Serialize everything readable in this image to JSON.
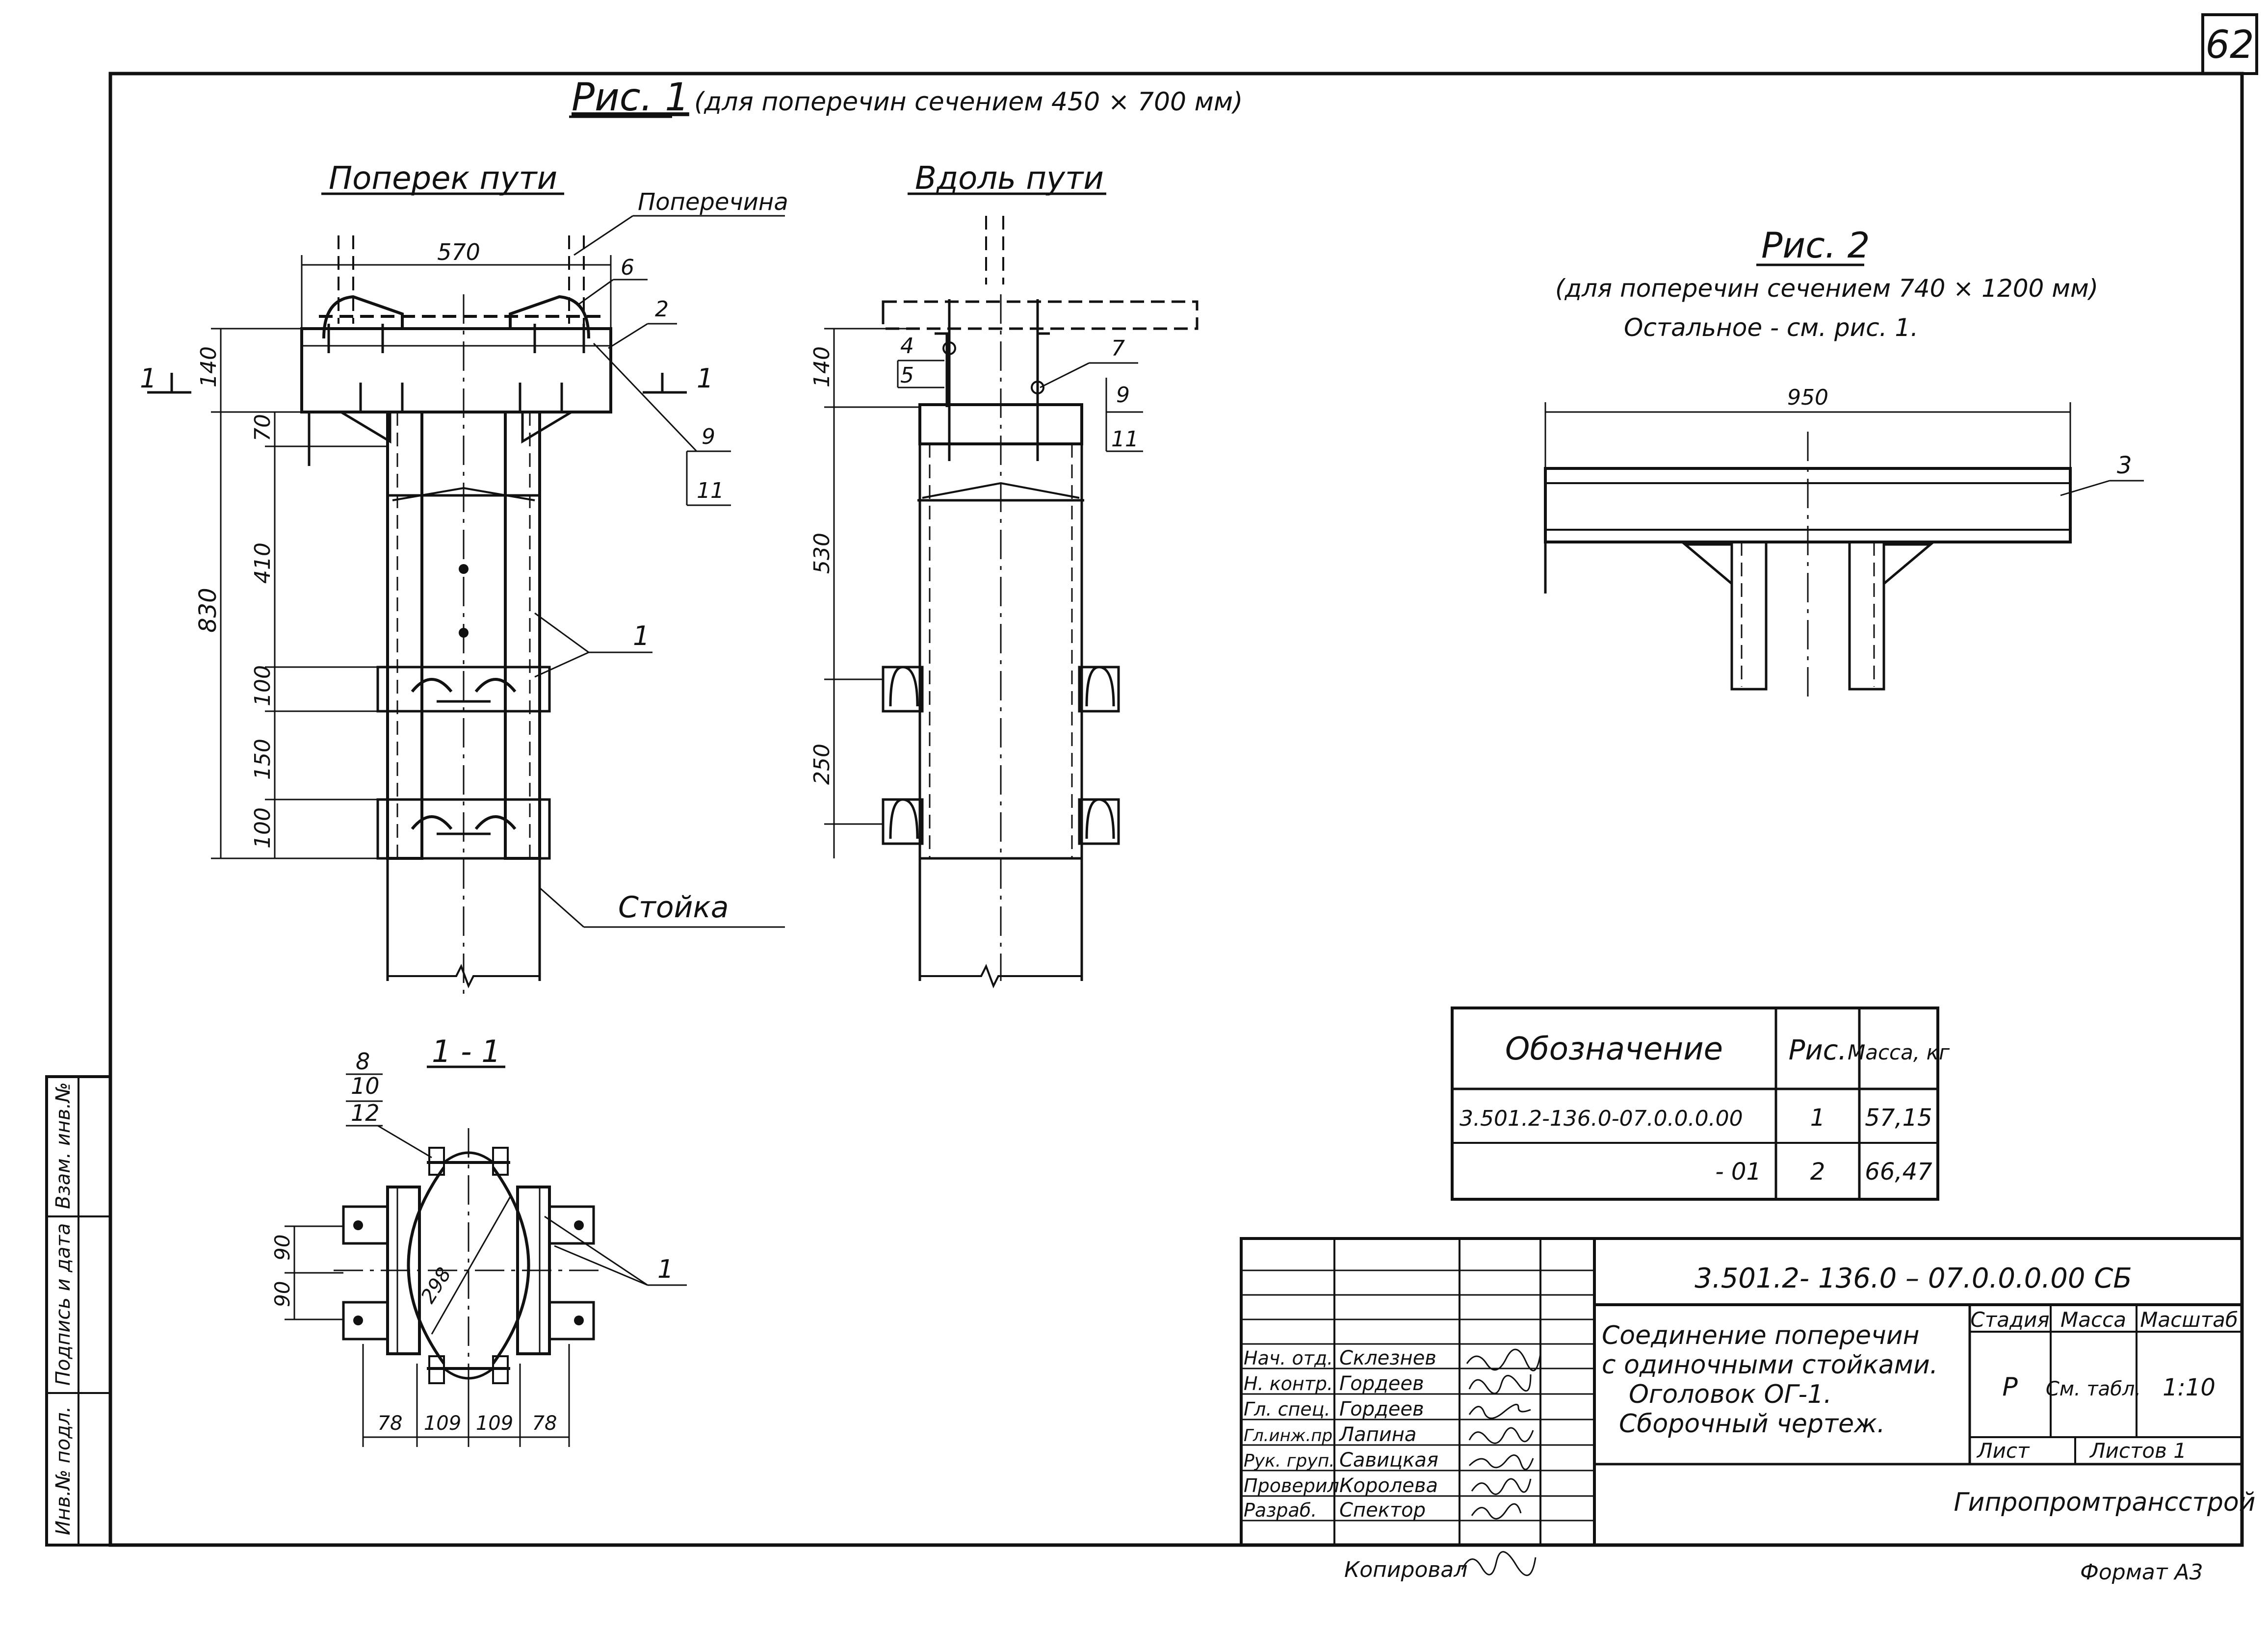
{
  "sheet": {
    "number": "62",
    "copied_by_label": "Копировал",
    "format_label": "Формат А3"
  },
  "fig1": {
    "title": "Рис. 1",
    "subtitle": "(для поперечин сечением 450 × 700 мм)",
    "view_across": "Поперек пути",
    "view_along": "Вдоль пути",
    "label_crossbar": "Поперечина",
    "label_post": "Стойка",
    "dims_across": [
      "570",
      "140",
      "70",
      "410",
      "830",
      "100",
      "150",
      "100"
    ],
    "dims_along": [
      "140",
      "530",
      "250"
    ],
    "callouts_across": [
      "6",
      "2",
      "9",
      "11",
      "1"
    ],
    "callouts_along": [
      "4",
      "5",
      "7",
      "9",
      "11"
    ],
    "section_marks": [
      "1",
      "1"
    ]
  },
  "fig2": {
    "title": "Рис. 2",
    "subtitle": "(для поперечин сечением 740 × 1200 мм)",
    "note": "Остальное - см. рис. 1.",
    "dim_width": "950",
    "callout": "3"
  },
  "section11": {
    "title": "1 - 1",
    "callouts": [
      "8",
      "10",
      "12",
      "1"
    ],
    "dims_vertical": [
      "90",
      "90"
    ],
    "dim_diag": "298",
    "dims_bottom": [
      "78",
      "109",
      "109",
      "78"
    ]
  },
  "spec_table": {
    "headers": [
      "Обозначение",
      "Рис.",
      "Масса, кг"
    ],
    "rows": [
      {
        "designation": "3.501.2-136.0-07.0.0.0.00",
        "fig": "1",
        "mass": "57,15"
      },
      {
        "designation": "- 01",
        "fig": "2",
        "mass": "66,47"
      }
    ]
  },
  "title_block": {
    "doc_code": "3.501.2- 136.0 –   07.0.0.0.00 СБ",
    "title_lines": [
      "Соединение поперечин",
      "с одиночными стойками.",
      "Оголовок ОГ-1.",
      "Сборочный чертеж."
    ],
    "stage_header": "Стадия",
    "mass_header": "Масса",
    "scale_header": "Масштаб",
    "stage_value": "Р",
    "mass_value": "См. табл.",
    "scale_value": "1:10",
    "sheet_label": "Лист",
    "sheets_label": "Листов 1",
    "organization": "Гипропромтрансстрой",
    "signatures": [
      {
        "role": "Нач. отд.",
        "name": "Склезнев"
      },
      {
        "role": "Н. контр.",
        "name": "Гордеев"
      },
      {
        "role": "Гл. спец.",
        "name": "Гордеев"
      },
      {
        "role": "Гл.инж.пр.",
        "name": "Лапина"
      },
      {
        "role": "Рук. груп.",
        "name": "Савицкая"
      },
      {
        "role": "Проверил",
        "name": "Королева"
      },
      {
        "role": "Разраб.",
        "name": "Спектор"
      }
    ]
  },
  "side_stamp": [
    "Инв.№ подл.",
    "Подпись и дата",
    "Взам. инв.№"
  ]
}
